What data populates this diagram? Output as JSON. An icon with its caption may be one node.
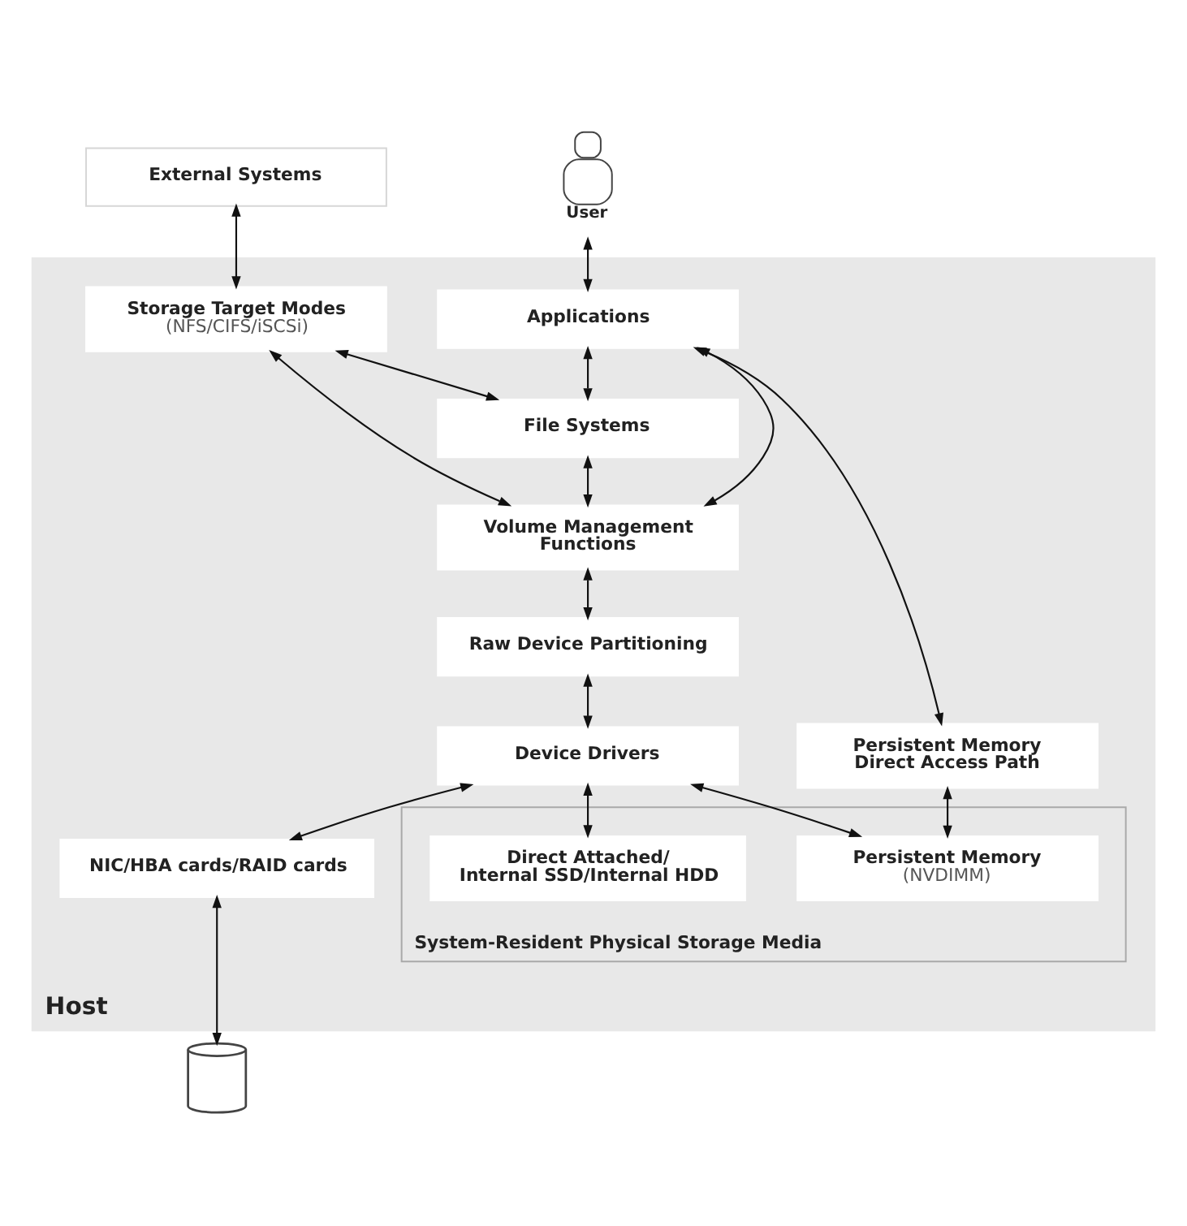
{
  "diagram": {
    "nodes": [
      {
        "text": [
          "External Systems"
        ]
      },
      {
        "text": [
          "User"
        ]
      },
      {
        "text": [
          "Host"
        ]
      },
      {
        "text": [
          "Storage Target Modes",
          "(NFS/CIFS/iSCSi)"
        ],
        "in": 2
      },
      {
        "text": [
          "Applications"
        ],
        "in": 2
      },
      {
        "text": [
          "Persistent Memory Direct Access Path"
        ],
        "in": 2
      },
      {
        "text": [
          "File Systems"
        ],
        "in": 2
      },
      {
        "text": [
          "Volume Management Functions"
        ],
        "in": 2
      },
      {
        "text": [
          "Raw Device Partitioning"
        ],
        "in": 2
      },
      {
        "text": [
          "Device Drivers"
        ],
        "in": 2
      },
      {
        "text": [
          "NIC/HBA cards/RAID cards"
        ],
        "in": 2
      },
      {
        "text": [
          "System-Resident Physical Storage Media"
        ],
        "in": 2
      },
      {
        "text": [
          "Direct Attached/ Internal SSD/Internal HDD"
        ],
        "in": 11
      },
      {
        "text": [
          "Persistent Memory",
          "(NVDIMM)"
        ],
        "in": 11
      },
      {
        "text": [],
        "shape": "cylinder"
      }
    ],
    "edges": [
      {
        "from": 0,
        "to": 3,
        "arrow": "both"
      },
      {
        "from": 1,
        "to": 4,
        "arrow": "both"
      },
      {
        "from": 3,
        "to": 6,
        "arrow": "both"
      },
      {
        "from": 3,
        "to": 7,
        "arrow": "both"
      },
      {
        "from": 4,
        "to": 6,
        "arrow": "both"
      },
      {
        "from": 4,
        "to": 7,
        "arrow": "both"
      },
      {
        "from": 4,
        "to": 5,
        "arrow": "both"
      },
      {
        "from": 6,
        "to": 7,
        "arrow": "both"
      },
      {
        "from": 7,
        "to": 8,
        "arrow": "both"
      },
      {
        "from": 8,
        "to": 9,
        "arrow": "both"
      },
      {
        "from": 9,
        "to": 10,
        "arrow": "both"
      },
      {
        "from": 9,
        "to": 12,
        "arrow": "both"
      },
      {
        "from": 9,
        "to": 13,
        "arrow": "both"
      },
      {
        "from": 5,
        "to": 13,
        "arrow": "both"
      },
      {
        "from": 10,
        "to": 14,
        "arrow": "both"
      }
    ]
  }
}
